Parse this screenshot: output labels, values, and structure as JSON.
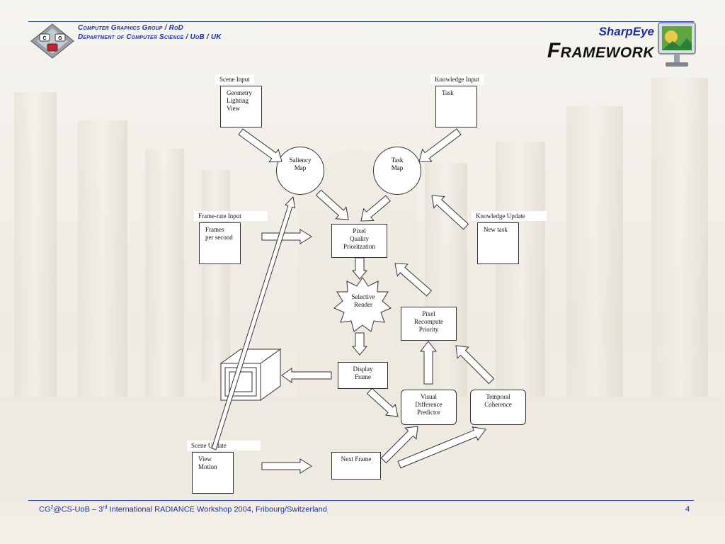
{
  "header": {
    "group_line1": "Computer Graphics Group / RoD",
    "group_line2": "Department of Computer Science / UoB / UK",
    "title_small": "SharpEye",
    "title_big": "Framework"
  },
  "diagram": {
    "scene_input": {
      "label": "Scene Input",
      "content": "Geometry\nLighting\nView"
    },
    "knowledge_input": {
      "label": "Knowledge Input",
      "content": "Task"
    },
    "saliency_map": "Saliency\nMap",
    "task_map": "Task\nMap",
    "frame_rate_input": {
      "label": "Frame-rate Input",
      "content": "Frames\nper second"
    },
    "knowledge_update": {
      "label": "Knowledge Update",
      "content": "New task"
    },
    "pixel_quality": "Pixel\nQuality\nPrioritzation",
    "selective_render": "Selective\nRender",
    "pixel_recompute": "Pixel\nRecompute\nPriority",
    "display_frame": "Display\nFrame",
    "visual_difference": "Visual\nDifference\nPredictor",
    "temporal_coherence": "Temporal\nCoherence",
    "scene_update": {
      "label": "Scene Update",
      "content": "View\nMotion"
    },
    "next_frame": "Next Frame"
  },
  "footer": {
    "left_prefix": "CG",
    "left_sup1": "2",
    "left_mid": "@CS-UoB – 3",
    "left_sup2": "rd",
    "left_suffix": " International RADIANCE Workshop 2004, Fribourg/Switzerland",
    "page_number": "4"
  },
  "colors": {
    "accent_blue": "#1c2fa0",
    "rule_blue": "#2b3fa8",
    "logo_red": "#c8202c"
  },
  "icons": [
    "cg-cube-logo-icon",
    "monitor-logo-icon",
    "monitor-icon"
  ]
}
